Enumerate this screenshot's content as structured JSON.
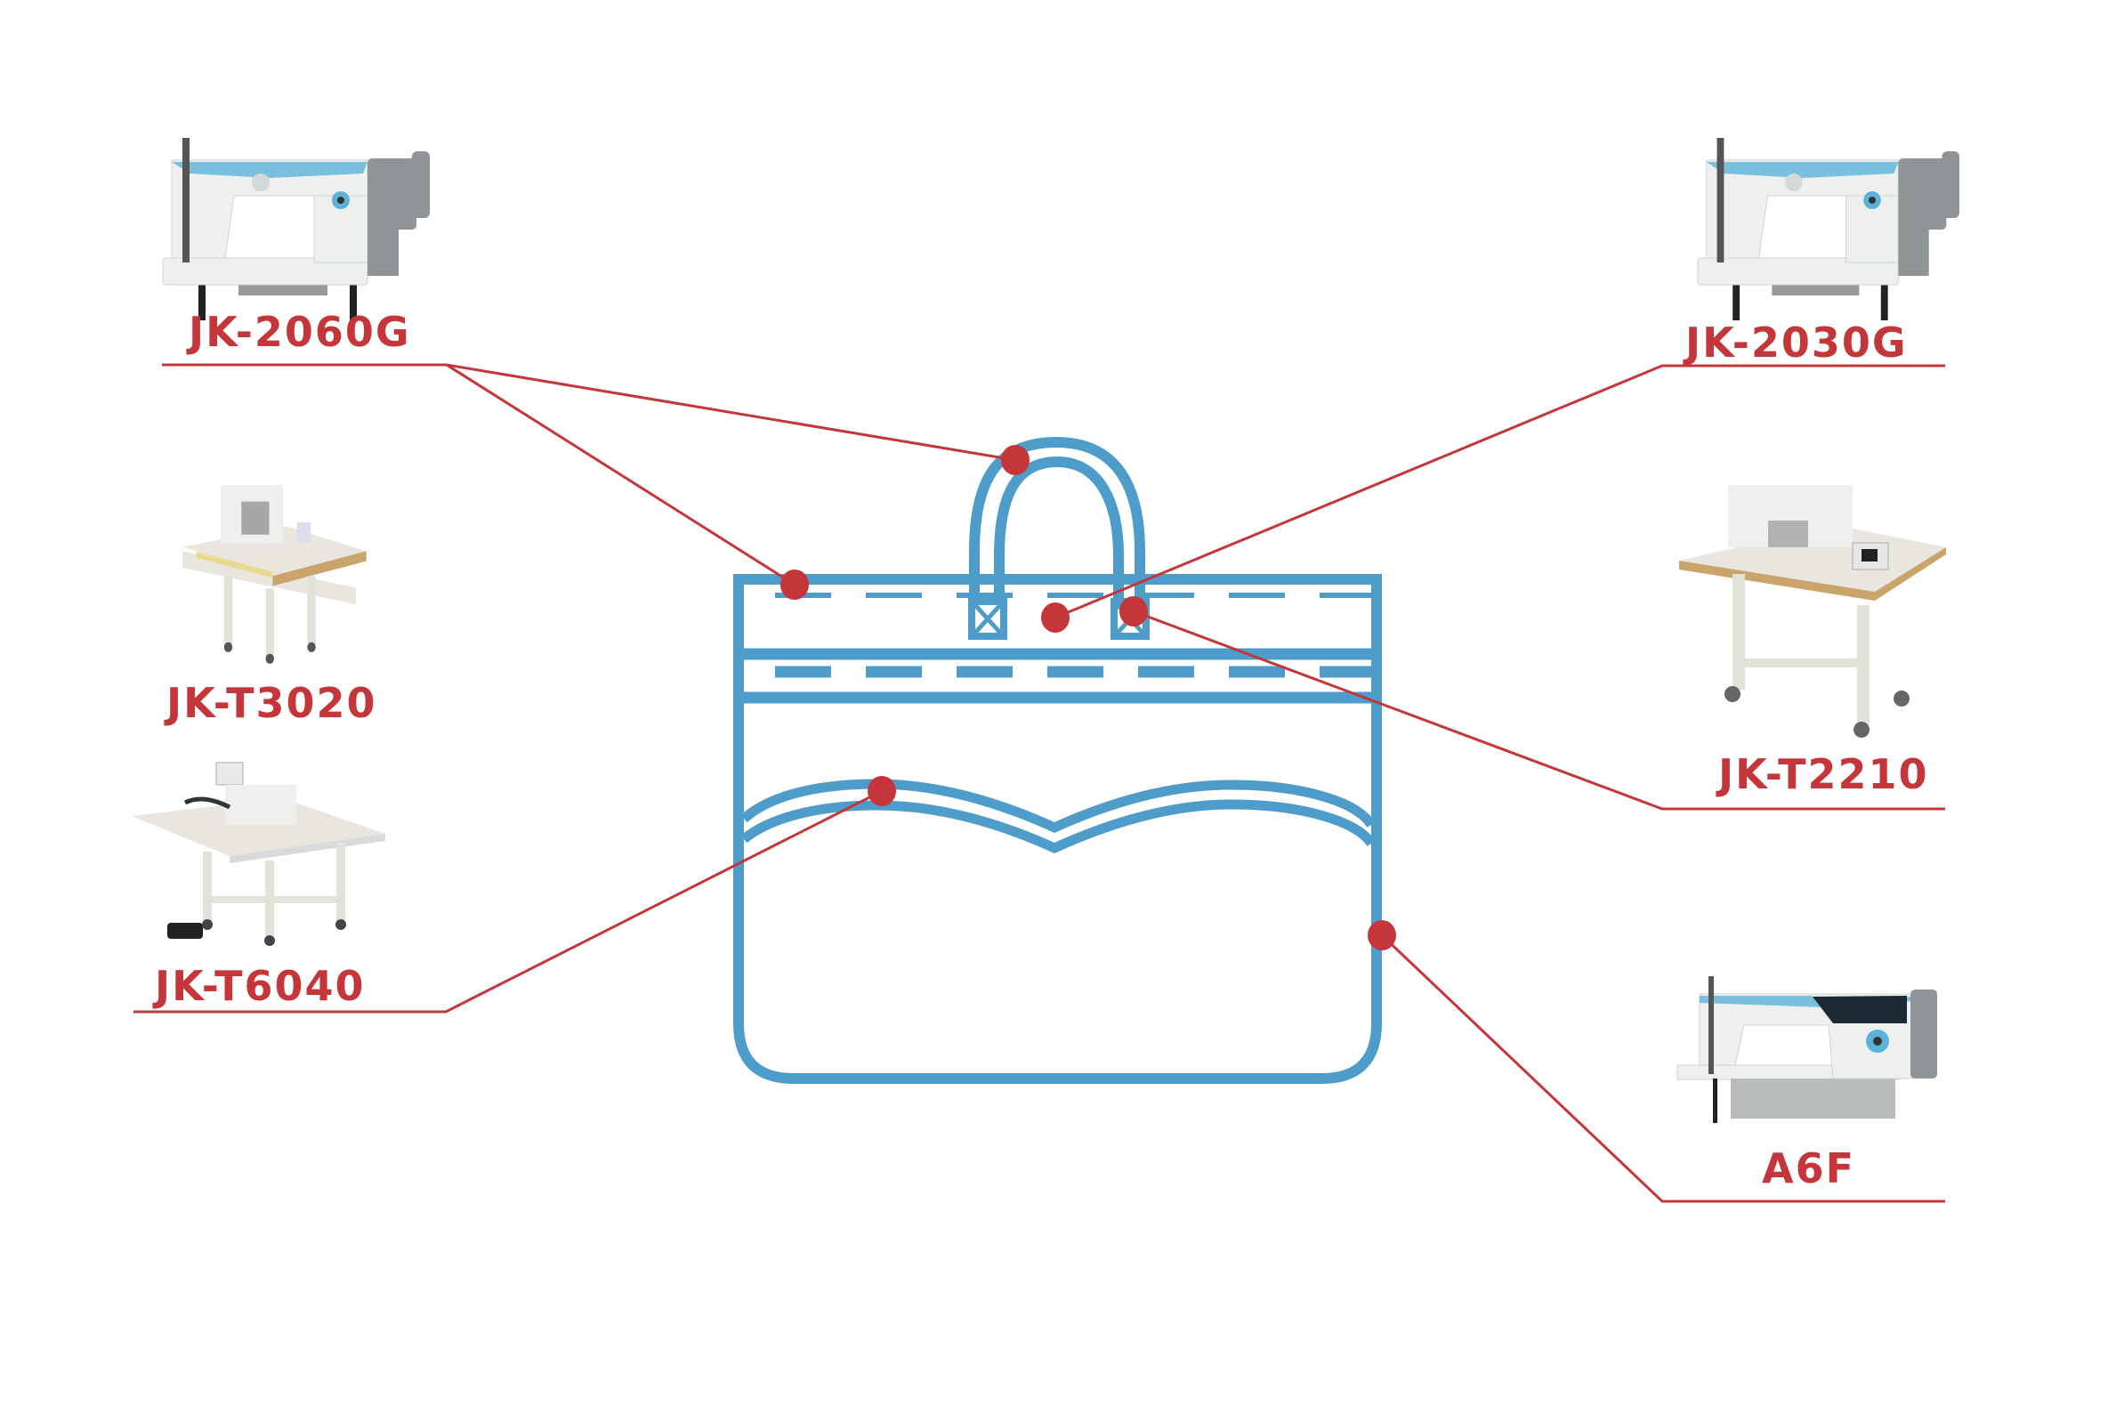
{
  "diagram": {
    "subject": "handbag",
    "colors": {
      "bag_outline": "#4e9cc9",
      "callout": "#c4363a",
      "background": "#ffffff",
      "machine_body": "#eef0ee",
      "machine_accent": "#5bb3d9",
      "motor": "#8f9497",
      "table_top": "#e9e6e0",
      "table_edge": "#c9a46b"
    },
    "callouts": [
      {
        "id": "jk-2060g",
        "label": "JK-2060G",
        "machine_type": "lockstitch-machine",
        "targets": [
          "bag-handle",
          "bag-top-edge"
        ]
      },
      {
        "id": "jk-t3020",
        "label": "JK-T3020",
        "machine_type": "pattern-sewer-small",
        "targets": []
      },
      {
        "id": "jk-t6040",
        "label": "JK-T6040",
        "machine_type": "pattern-sewer-large",
        "targets": [
          "front-pocket"
        ]
      },
      {
        "id": "jk-2030g",
        "label": "JK-2030G",
        "machine_type": "lockstitch-machine",
        "targets": [
          "top-band-center"
        ]
      },
      {
        "id": "jk-t2210",
        "label": "JK-T2210",
        "machine_type": "pattern-sewer-table",
        "targets": [
          "handle-strap-tab"
        ]
      },
      {
        "id": "a6f",
        "label": "A6F",
        "machine_type": "lockstitch-machine-display",
        "targets": [
          "bag-side-seam"
        ]
      }
    ]
  }
}
